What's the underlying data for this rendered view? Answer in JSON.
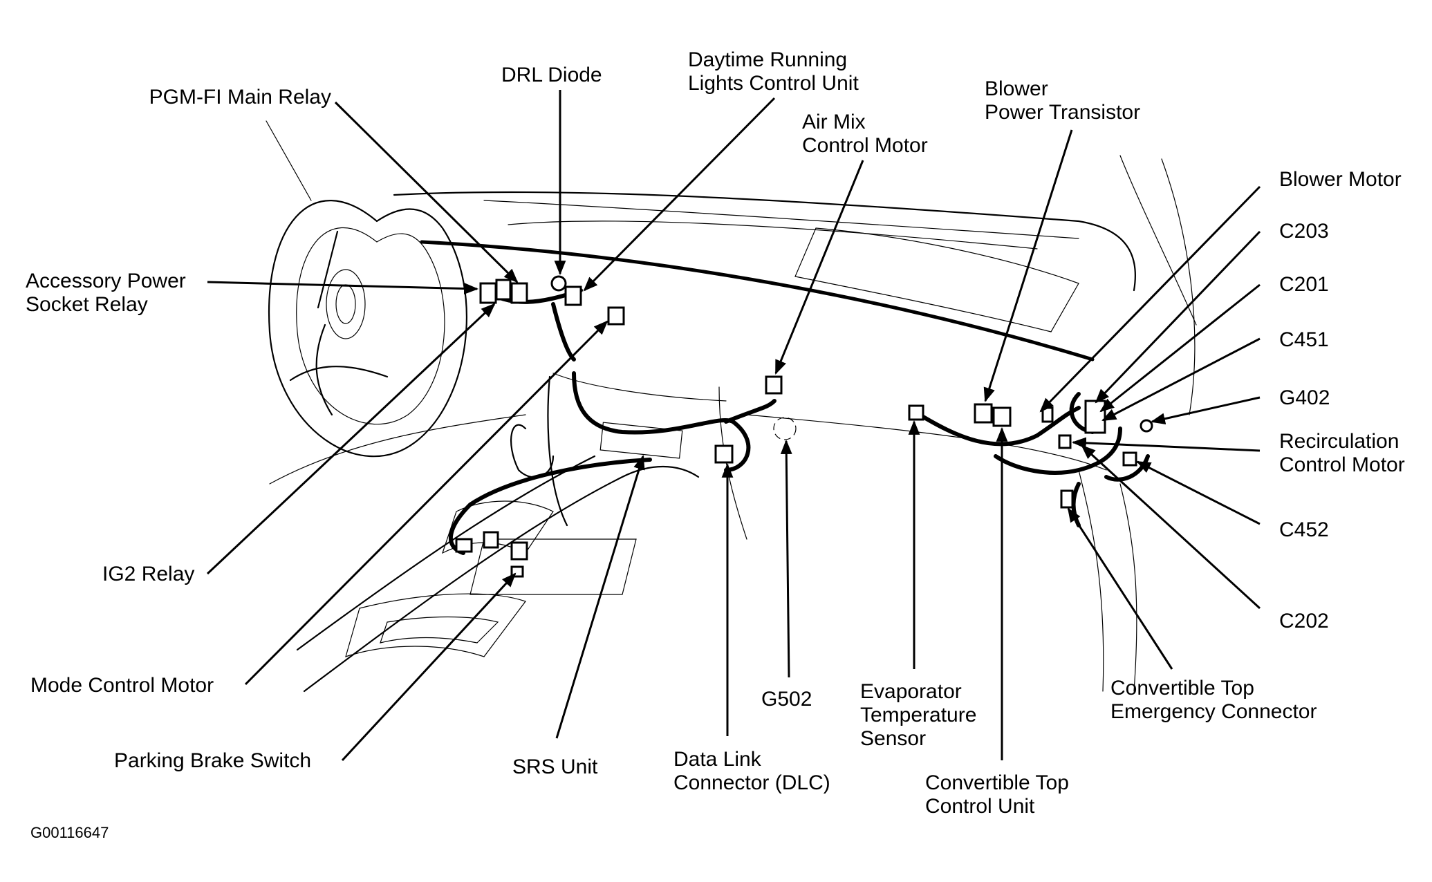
{
  "figure": {
    "id_code": "G00116647",
    "subject": "Dashboard component locator"
  },
  "labels": {
    "pgm_fi_main_relay": [
      "PGM-FI Main Relay"
    ],
    "drl_diode": [
      "DRL Diode"
    ],
    "drl_control_unit": [
      "Daytime Running",
      "Lights Control Unit"
    ],
    "air_mix_control_motor": [
      "Air Mix",
      "Control Motor"
    ],
    "blower_power_transistor": [
      "Blower",
      "Power Transistor"
    ],
    "blower_motor": [
      "Blower Motor"
    ],
    "c203": [
      "C203"
    ],
    "c201": [
      "C201"
    ],
    "c451": [
      "C451"
    ],
    "g402": [
      "G402"
    ],
    "recirculation_control_motor": [
      "Recirculation",
      "Control Motor"
    ],
    "c452": [
      "C452"
    ],
    "c202": [
      "C202"
    ],
    "convertible_top_emergency_connector": [
      "Convertible Top",
      "Emergency Connector"
    ],
    "accessory_power_socket_relay": [
      "Accessory Power",
      "Socket Relay"
    ],
    "ig2_relay": [
      "IG2 Relay"
    ],
    "mode_control_motor": [
      "Mode Control Motor"
    ],
    "parking_brake_switch": [
      "Parking Brake Switch"
    ],
    "srs_unit": [
      "SRS Unit"
    ],
    "data_link_connector": [
      "Data Link",
      "Connector (DLC)"
    ],
    "g502": [
      "G502"
    ],
    "evaporator_temperature_sensor": [
      "Evaporator",
      "Temperature",
      "Sensor"
    ],
    "convertible_top_control_unit": [
      "Convertible Top",
      "Control Unit"
    ]
  }
}
